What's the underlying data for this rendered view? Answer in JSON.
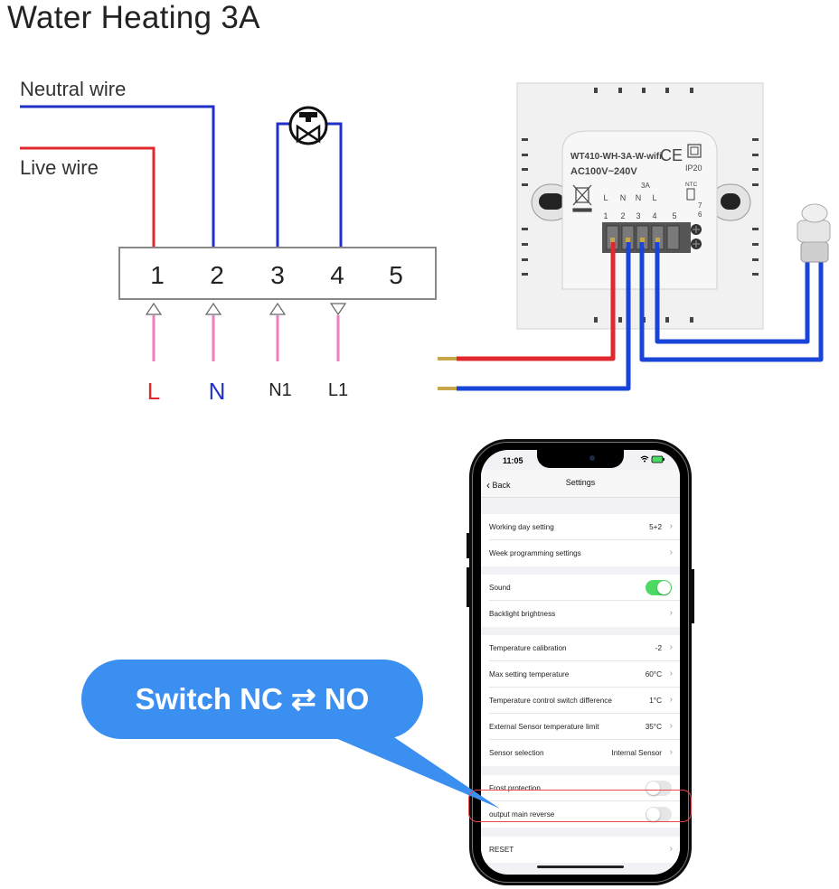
{
  "title": "Water Heating 3A",
  "wiring": {
    "neutral_label": "Neutral wire",
    "live_label": "Live wire",
    "terminals": [
      "1",
      "2",
      "3",
      "4",
      "5"
    ],
    "inputs": [
      {
        "label": "L",
        "color": "#e0282e"
      },
      {
        "label": "N",
        "color": "#2233c8"
      },
      {
        "label": "N1",
        "color": "#222222"
      },
      {
        "label": "L1",
        "color": "#222222"
      }
    ],
    "colors": {
      "neutral": "#2030c8",
      "live": "#e0282e",
      "arrow": "#ef7fbf"
    }
  },
  "device": {
    "model": "WT410-WH-3A-W-wifi",
    "ce_mark": "CE",
    "voltage": "AC100V~240V",
    "ip_rating": "IP20",
    "current": "3A",
    "terminal_letters": [
      "L",
      "N",
      "N",
      "L"
    ],
    "terminal_numbers": [
      "1",
      "2",
      "3",
      "4",
      "5"
    ],
    "ntc_label": "NTC",
    "ntc_numbers": [
      "7",
      "6"
    ]
  },
  "phone": {
    "status_time": "11:05",
    "nav_back": "Back",
    "nav_title": "Settings",
    "rows": [
      {
        "label": "Working day setting",
        "value": "5+2",
        "chevron": true
      },
      {
        "label": "Week programming settings",
        "value": "",
        "chevron": true
      },
      {
        "label": "Sound",
        "toggle": "on"
      },
      {
        "label": "Backlight brightness",
        "value": "",
        "chevron": true
      },
      {
        "label": "Temperature calibration",
        "value": "-2",
        "chevron": true
      },
      {
        "label": "Max setting temperature",
        "value": "60°C",
        "chevron": true
      },
      {
        "label": "Temperature control switch difference",
        "value": "1°C",
        "chevron": true
      },
      {
        "label": "External Sensor temperature limit",
        "value": "35°C",
        "chevron": true
      },
      {
        "label": "Sensor selection",
        "value": "Internal Sensor",
        "chevron": true
      },
      {
        "label": "Frost protection",
        "toggle": "off"
      },
      {
        "label": "output main reverse",
        "toggle": "off"
      },
      {
        "label": "RESET",
        "value": "",
        "chevron": true
      }
    ]
  },
  "callout": {
    "text": "Switch NC ⇄ NO",
    "color": "#3b8ff0",
    "highlight_color": "#e8454b"
  }
}
